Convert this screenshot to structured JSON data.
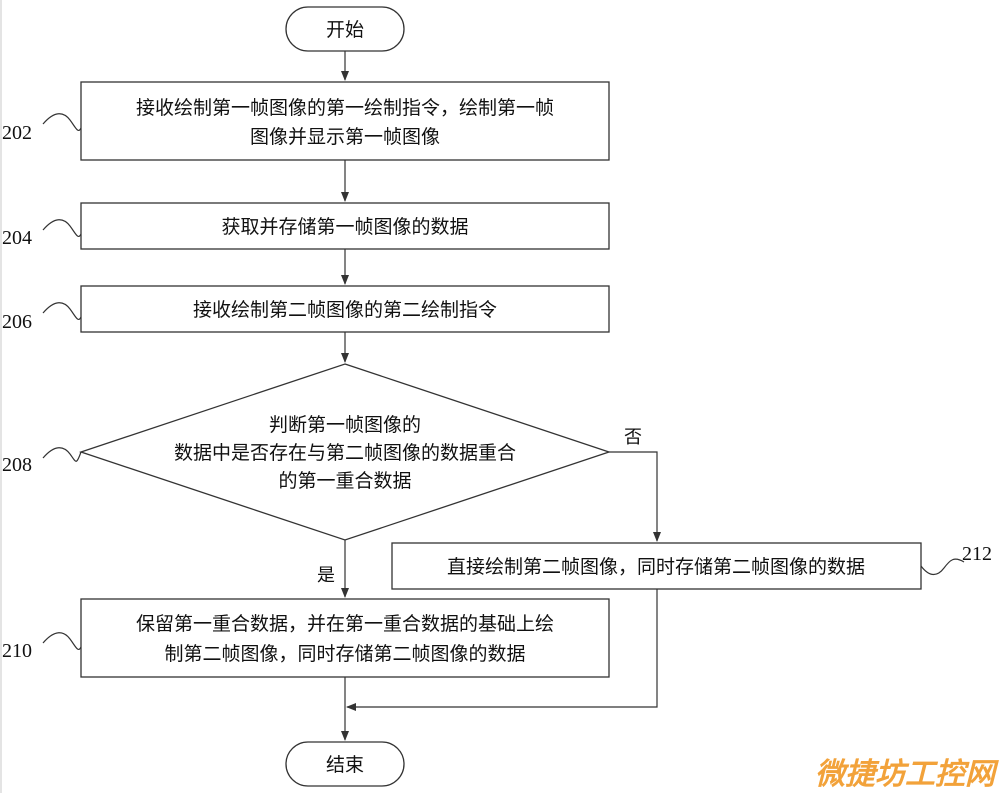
{
  "diagram": {
    "start": "开始",
    "end": "结束",
    "steps": {
      "s202": {
        "number": "202",
        "lines": [
          "接收绘制第一帧图像的第一绘制指令，绘制第一帧",
          "图像并显示第一帧图像"
        ]
      },
      "s204": {
        "number": "204",
        "lines": [
          "获取并存储第一帧图像的数据"
        ]
      },
      "s206": {
        "number": "206",
        "lines": [
          "接收绘制第二帧图像的第二绘制指令"
        ]
      },
      "s208": {
        "number": "208",
        "lines": [
          "判断第一帧图像的",
          "数据中是否存在与第二帧图像的数据重合",
          "的第一重合数据"
        ]
      },
      "s210": {
        "number": "210",
        "lines": [
          "保留第一重合数据，并在第一重合数据的基础上绘",
          "制第二帧图像，同时存储第二帧图像的数据"
        ]
      },
      "s212": {
        "number": "212",
        "lines": [
          "直接绘制第二帧图像，同时存储第二帧图像的数据"
        ]
      }
    },
    "branch_yes": "是",
    "branch_no": "否"
  },
  "watermark": "微捷坊工控网"
}
